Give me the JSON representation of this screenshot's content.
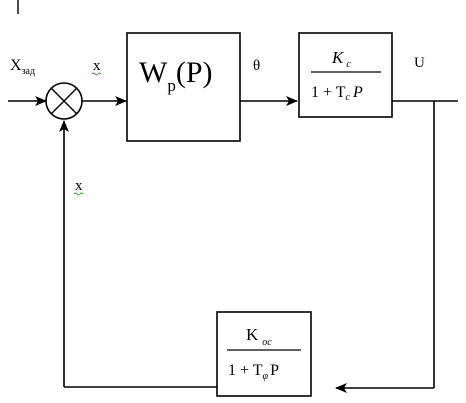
{
  "signals": {
    "input_main": "X",
    "input_sub": "зад",
    "error": "x",
    "theta": "θ",
    "output": "U",
    "feedback": "x"
  },
  "blocks": {
    "controller": {
      "main": "W",
      "sub": "p",
      "arg": "(P)"
    },
    "plant": {
      "num_main": "K",
      "num_sub": "c",
      "den_prefix": "1 + T",
      "den_sub": "c",
      "den_var": "P"
    },
    "feedback": {
      "num_main": "K",
      "num_sub": "oc",
      "den_prefix": "1 + T",
      "den_sub": "φ",
      "den_var": "P"
    }
  }
}
